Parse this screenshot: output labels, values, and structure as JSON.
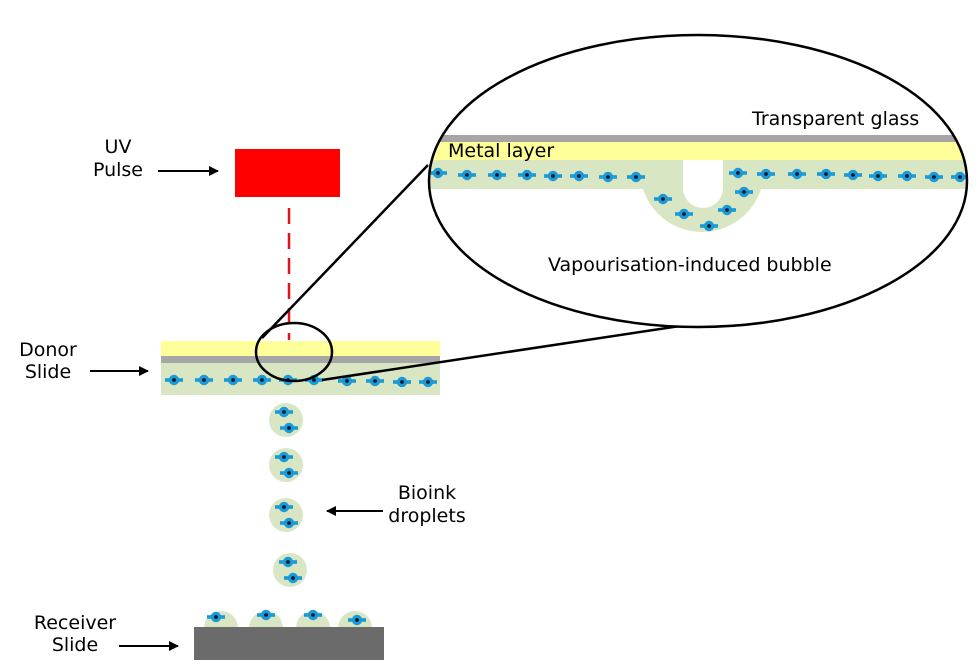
{
  "labels": {
    "uv_line1": "UV",
    "uv_line2": "Pulse",
    "donor_line1": "Donor",
    "donor_line2": "Slide",
    "bioink_line1": "Bioink",
    "bioink_line2": "droplets",
    "receiver_line1": "Receiver",
    "receiver_line2": "Slide",
    "transparent_glass": "Transparent glass",
    "metal_layer": "Metal layer",
    "bubble": "Vapourisation-induced bubble"
  },
  "colors": {
    "uv_pulse": "#ff0000",
    "metal_layer": "#ffff99",
    "glass_layer": "#a6a6a6",
    "bioink_layer": "#d9e6c4",
    "cell": "#1a9ad6",
    "cell_nucleus": "#0b1a33",
    "receiver_slide": "#6b6b6b",
    "laser_beam": "#e0141c"
  }
}
